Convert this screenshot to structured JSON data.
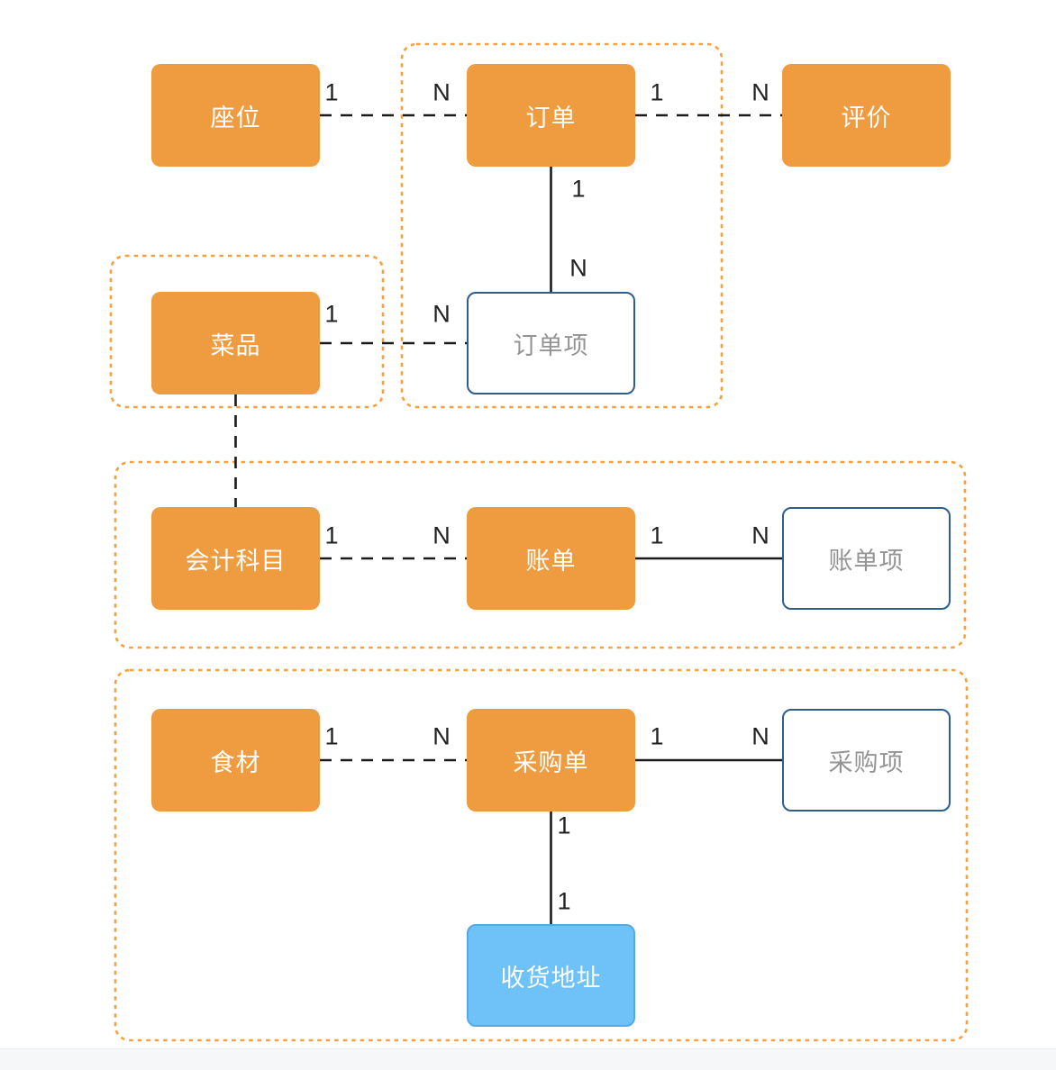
{
  "nodes": {
    "seat": "座位",
    "order": "订单",
    "review": "评价",
    "dish": "菜品",
    "order_item": "订单项",
    "account_subject": "会计科目",
    "bill": "账单",
    "bill_item": "账单项",
    "ingredient": "食材",
    "purchase_order": "采购单",
    "purchase_item": "采购项",
    "shipping_address": "收货地址"
  },
  "multiplicity": {
    "seat_order_one": "1",
    "seat_order_many": "N",
    "order_review_one": "1",
    "order_review_many": "N",
    "order_orderitem_one": "1",
    "order_orderitem_many": "N",
    "dish_orderitem_one": "1",
    "dish_orderitem_many": "N",
    "account_bill_one": "1",
    "account_bill_many": "N",
    "bill_billitem_one": "1",
    "bill_billitem_many": "N",
    "ingredient_purchase_one": "1",
    "ingredient_purchase_many": "N",
    "purchase_purchaseitem_one": "1",
    "purchase_purchaseitem_many": "N",
    "purchase_address_one_top": "1",
    "purchase_address_one_bottom": "1"
  },
  "colors": {
    "entity_fill": "#EF9B40",
    "group_border": "#F6A13B",
    "item_border": "#2D5F8E",
    "item_text": "#949494",
    "address_fill": "#6FC2F7",
    "address_border": "#54A9E8",
    "connector": "#1A1A1A",
    "label_text": "#212121",
    "canvas_bg": "#FFFFFF",
    "footer_bg": "#F6F7F9"
  }
}
